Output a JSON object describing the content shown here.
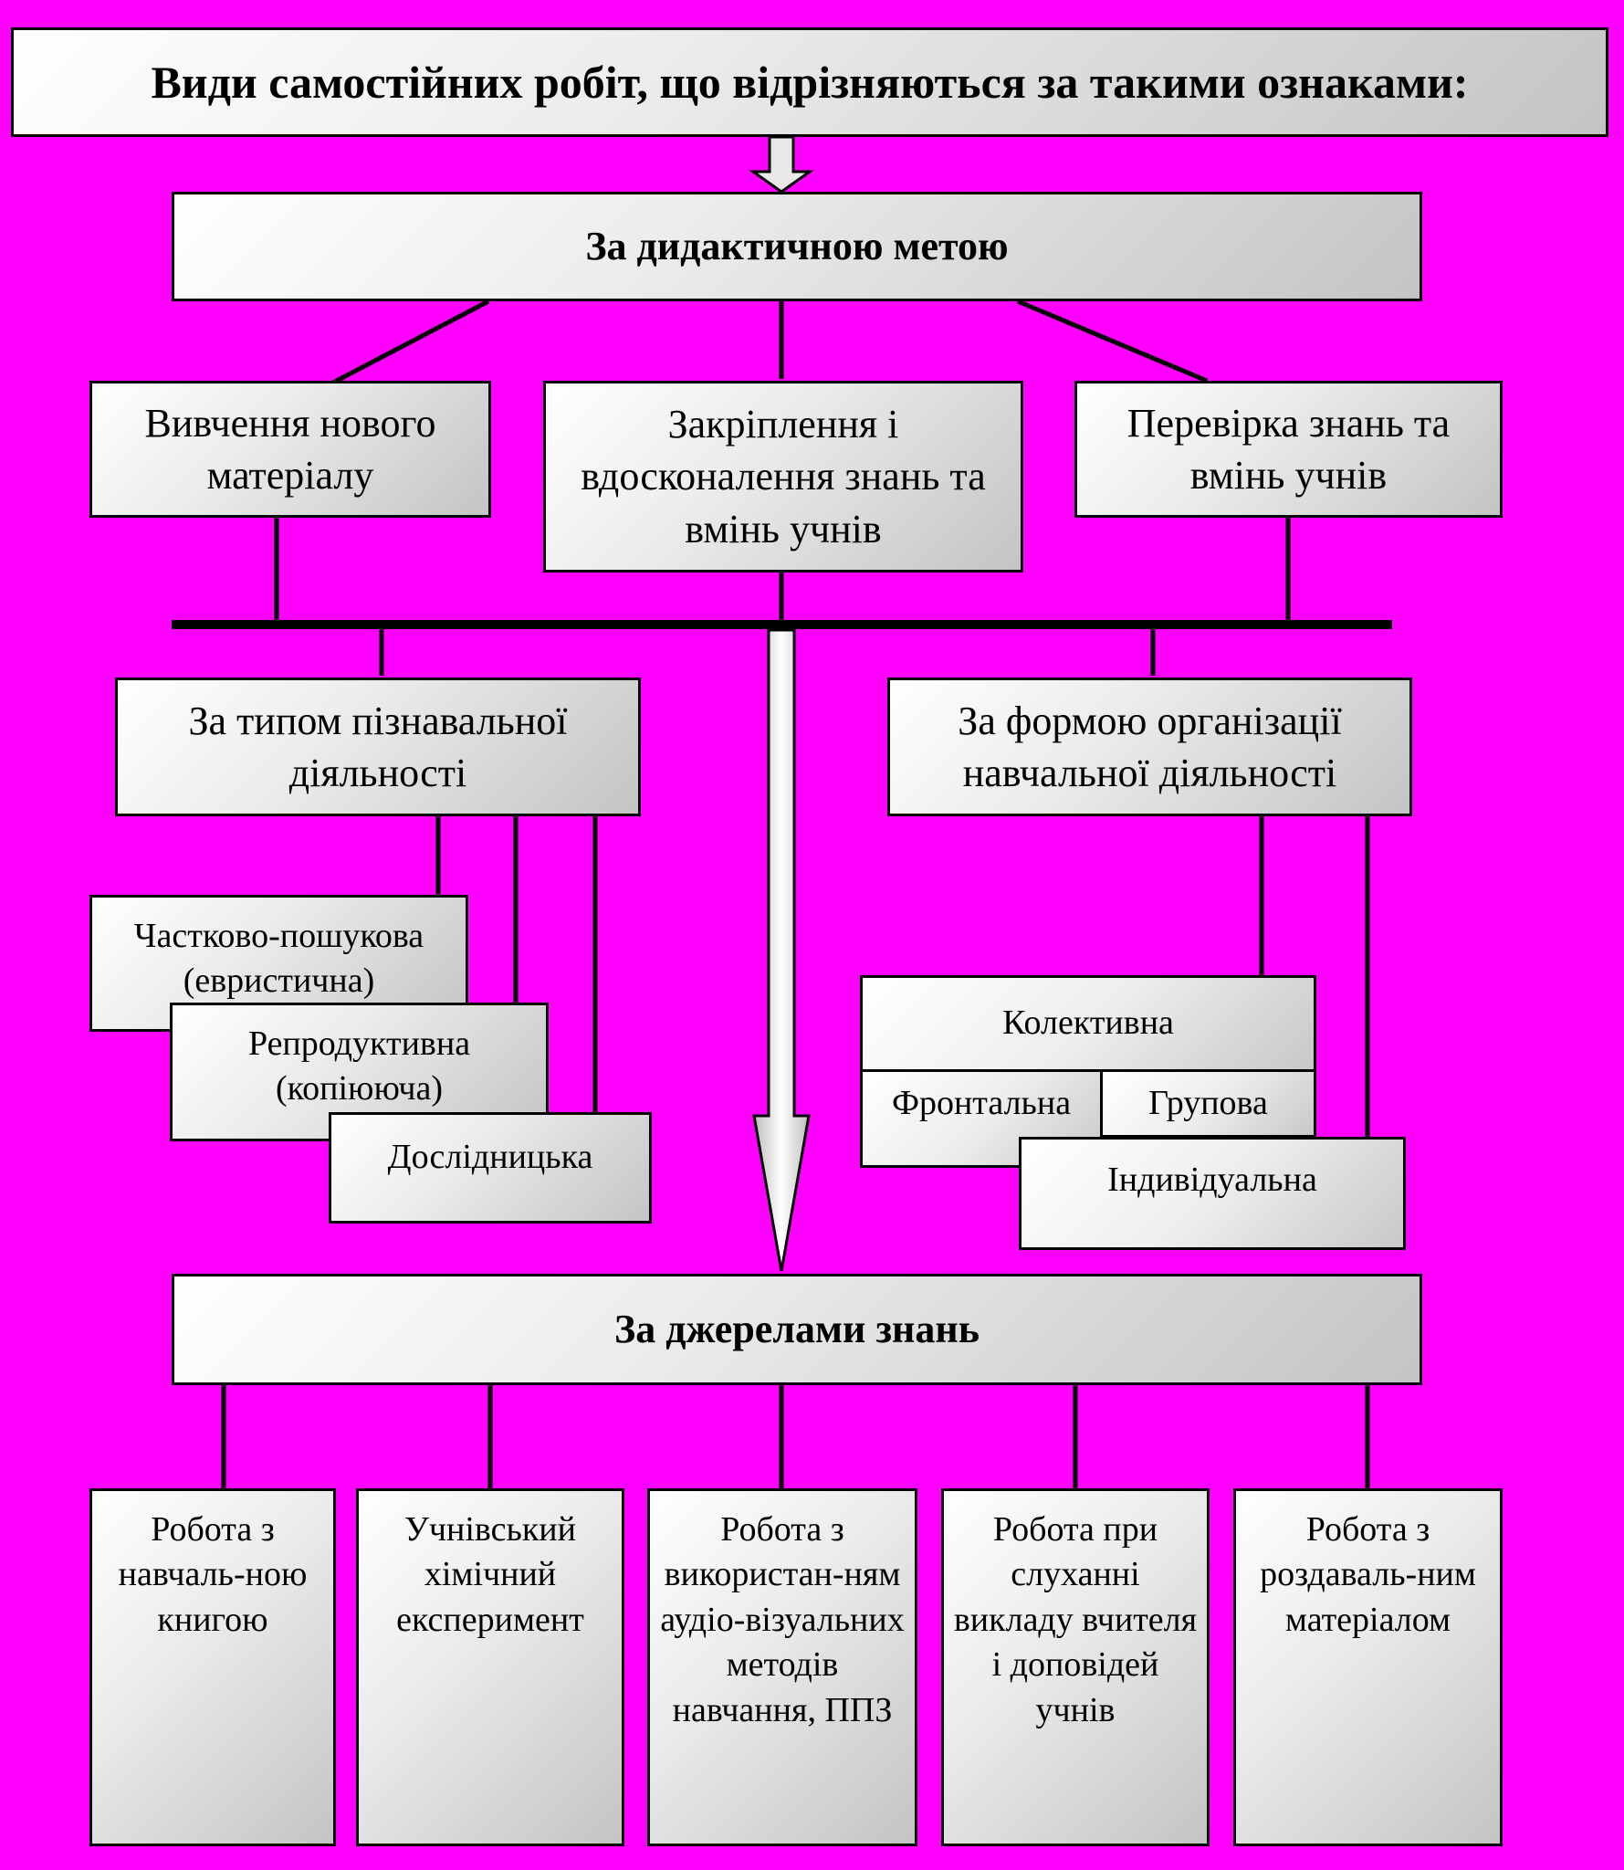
{
  "title": "Види самостійних робіт, що відрізняються за такими ознаками:",
  "didactic": {
    "heading": "За дидактичною метою",
    "items": [
      "Вивчення нового матеріалу",
      "Закріплення і вдосконалення знань та вмінь учнів",
      "Перевірка знань та вмінь учнів"
    ]
  },
  "cognitive": {
    "heading": "За типом пізнавальної діяльності",
    "items": [
      "Частково-пошукова (евристична)",
      "Репродуктивна (копіююча)",
      "Дослідницька"
    ]
  },
  "organization": {
    "heading": "За формою організації навчальної діяльності",
    "collective": "Колективна",
    "frontal": "Фронтальна",
    "group": "Групова",
    "individual": "Індивідуальна"
  },
  "sources": {
    "heading": "За джерелами знань",
    "items": [
      "Робота з навчаль-ною книгою",
      "Учнівський хімічний експеримент",
      "Робота з використан-ням аудіо-візуальних методів навчання, ППЗ",
      "Робота при слуханні викладу вчителя і доповідей учнів",
      "Робота з роздаваль-ним матеріалом"
    ]
  },
  "colors": {
    "background": "#ff00ff",
    "box_border": "#000000"
  }
}
